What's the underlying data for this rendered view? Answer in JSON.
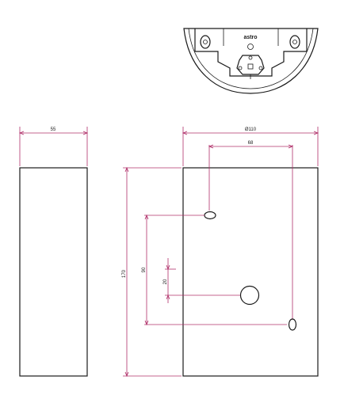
{
  "logo_text": "astro",
  "dimensions": {
    "side_width": "55",
    "front_diameter": "Ø110",
    "hole_spacing": "68",
    "height": "170",
    "hole_vertical": "90",
    "cable_offset": "20"
  }
}
